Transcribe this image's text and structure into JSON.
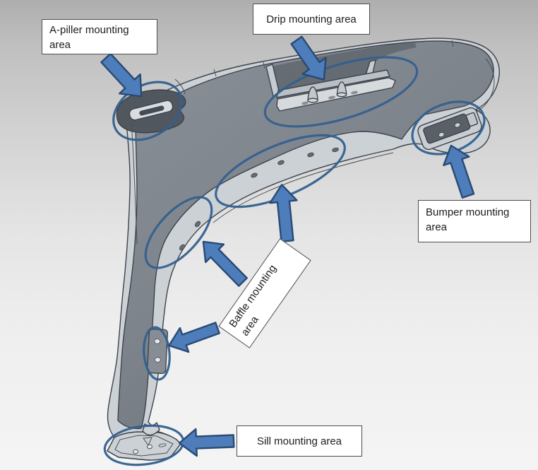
{
  "diagram": {
    "callouts": {
      "a_pillar": "A-piller mounting area",
      "drip": "Drip mounting area",
      "bumper": "Bumper mounting area",
      "baffle": "Baffle mounting area",
      "sill": "Sill mounting area"
    }
  },
  "colors": {
    "arrow_fill": "#4d7dbb",
    "arrow_outline": "#2a4a73",
    "ellipse_stroke": "#33608f",
    "callout_bg": "#ffffff",
    "callout_border": "#4d4d4d",
    "callout_text": "#1c1c1c",
    "part_surface_dark": "#7b8188",
    "part_edge_light": "#ccd1d6"
  }
}
